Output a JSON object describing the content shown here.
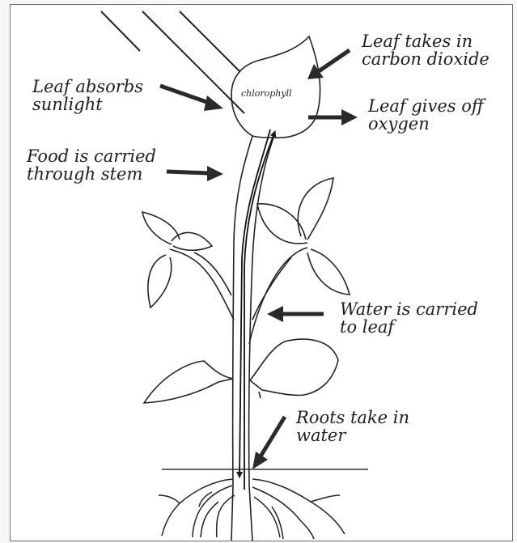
{
  "diagram": {
    "leaf_label": "chlorophyll",
    "labels": {
      "absorbs": [
        "Leaf absorbs",
        "sunlight"
      ],
      "carbon": [
        "Leaf takes in",
        "carbon dioxide"
      ],
      "oxygen": [
        "Leaf gives off",
        "oxygen"
      ],
      "food": [
        "Food is carried",
        "through stem"
      ],
      "water": [
        "Water is carried",
        "to leaf"
      ],
      "roots": [
        "Roots take in",
        "water"
      ]
    }
  }
}
